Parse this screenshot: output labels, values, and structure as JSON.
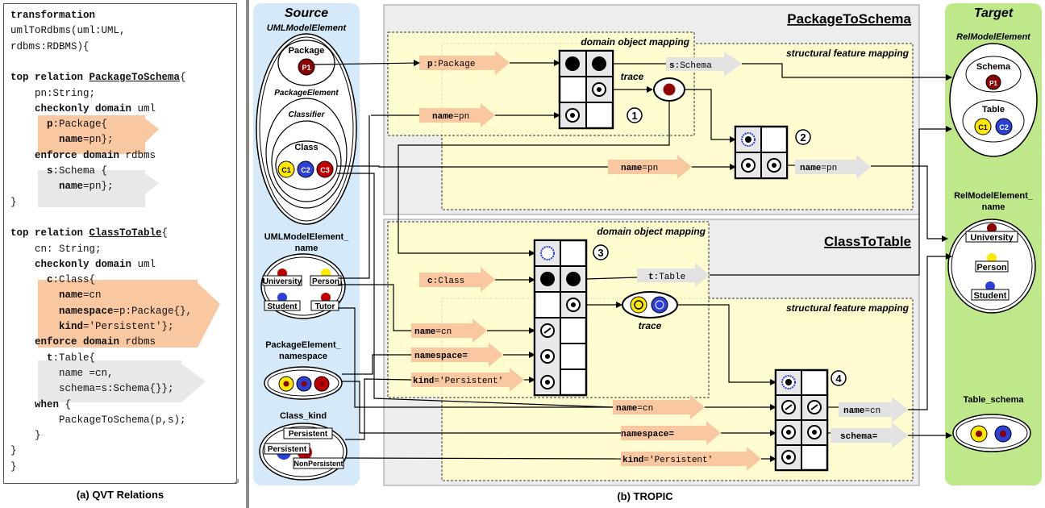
{
  "qvt": {
    "lines": [
      [
        {
          "t": "transformation",
          "c": "kw"
        }
      ],
      [
        {
          "t": "umlToRdbms(uml:UML,"
        }
      ],
      [
        {
          "t": "rdbms:RDBMS){"
        }
      ],
      [
        {
          "t": ""
        }
      ],
      [
        {
          "t": "top relation ",
          "c": "kw"
        },
        {
          "t": "PackageToSchema",
          "c": "ul"
        },
        {
          "t": "{"
        }
      ],
      [
        {
          "t": "    pn:String;"
        }
      ],
      [
        {
          "t": "    checkonly domain ",
          "c": "kw"
        },
        {
          "t": "uml"
        }
      ],
      [
        {
          "t": "      p",
          "c": "kw"
        },
        {
          "t": ":Package{"
        }
      ],
      [
        {
          "t": "        name",
          "c": "kw"
        },
        {
          "t": "=pn};"
        }
      ],
      [
        {
          "t": "    enforce domain ",
          "c": "kw"
        },
        {
          "t": "rdbms"
        }
      ],
      [
        {
          "t": "      s",
          "c": "kw"
        },
        {
          "t": ":Schema {"
        }
      ],
      [
        {
          "t": "        name",
          "c": "kw"
        },
        {
          "t": "=pn};"
        }
      ],
      [
        {
          "t": "}"
        }
      ],
      [
        {
          "t": ""
        }
      ],
      [
        {
          "t": "top relation ",
          "c": "kw"
        },
        {
          "t": "ClassToTable",
          "c": "ul"
        },
        {
          "t": "{"
        }
      ],
      [
        {
          "t": "    cn: String;"
        }
      ],
      [
        {
          "t": "    checkonly domain ",
          "c": "kw"
        },
        {
          "t": "uml"
        }
      ],
      [
        {
          "t": "      c",
          "c": "kw"
        },
        {
          "t": ":Class{"
        }
      ],
      [
        {
          "t": "        name",
          "c": "kw"
        },
        {
          "t": "=cn"
        }
      ],
      [
        {
          "t": "        namespace",
          "c": "kw"
        },
        {
          "t": "=p:Package{},"
        }
      ],
      [
        {
          "t": "        kind",
          "c": "kw"
        },
        {
          "t": "='Persistent'};"
        }
      ],
      [
        {
          "t": "    enforce domain ",
          "c": "kw"
        },
        {
          "t": "rdbms"
        }
      ],
      [
        {
          "t": "      t",
          "c": "kw"
        },
        {
          "t": ":Table{"
        }
      ],
      [
        {
          "t": "        name =cn,"
        }
      ],
      [
        {
          "t": "        schema=s:Schema{}};"
        }
      ],
      [
        {
          "t": "    when ",
          "c": "kw"
        },
        {
          "t": "{"
        }
      ],
      [
        {
          "t": "        PackageToSchema(p,s);"
        }
      ],
      [
        {
          "t": "    }"
        }
      ],
      [
        {
          "t": "}"
        }
      ],
      [
        {
          "t": "}"
        }
      ]
    ],
    "caption": "(a) QVT Relations"
  },
  "tropic": {
    "caption": "(b) TROPIC",
    "source": {
      "title": "Source",
      "uml_model_element": "UMLModelElement",
      "package": "Package",
      "package_element": "PackageElement",
      "classifier": "Classifier",
      "class": "Class",
      "uml_model_element_name": [
        "UMLModelElement_",
        "name"
      ],
      "package_element_namespace": [
        "PackageElement_",
        "namespace"
      ],
      "class_kind": "Class_kind",
      "p1": "P1",
      "c1": "C1",
      "c2": "C2",
      "c3": "C3",
      "name_values": [
        "University",
        "Person",
        "Student",
        "Tutor"
      ],
      "kind_values": [
        "Persistent",
        "Persistent",
        "NonPersistent"
      ]
    },
    "target": {
      "title": "Target",
      "rel_model_element": "RelModelElement",
      "schema": "Schema",
      "table": "Table",
      "rel_model_element_name": [
        "RelModelElement_",
        "name"
      ],
      "table_schema": "Table_schema",
      "p1": "P1",
      "c1": "C1",
      "c2": "C2",
      "name_values": [
        "University",
        "Person",
        "Student"
      ]
    },
    "package_to_schema": {
      "title": "PackageToSchema",
      "domain_object_mapping": "domain object mapping",
      "structural_feature_mapping": "structural feature mapping",
      "trace": "trace",
      "in_package": "p:Package",
      "in_name": "name=pn",
      "out_schema": "s:Schema",
      "in_name2": "name=pn",
      "out_name": "name=pn",
      "marker1": "1",
      "marker2": "2"
    },
    "class_to_table": {
      "title": "ClassToTable",
      "domain_object_mapping": "domain object mapping",
      "structural_feature_mapping": "structural feature mapping",
      "trace": "trace",
      "in_class": "c:Class",
      "out_table": "t:Table",
      "in_name": "name=cn",
      "in_namespace": "namespace=",
      "in_kind": "kind='Persistent'",
      "in_name2": "name=cn",
      "in_namespace2": "namespace=",
      "in_kind2": "kind='Persistent'",
      "out_name": "name=cn",
      "out_schema": "schema=",
      "marker3": "3",
      "marker4": "4"
    },
    "colors": {
      "source_bg": "#d6e9f8",
      "target_bg": "#bfe88a",
      "orange_arrow": "#f9c8a0",
      "gray_arrow": "#e6e6e6",
      "yellow_panel": "#fffbd0",
      "red": "#c00000",
      "yellow": "#ffe800",
      "blue": "#2a40d8",
      "darkred": "#8b0000"
    }
  }
}
